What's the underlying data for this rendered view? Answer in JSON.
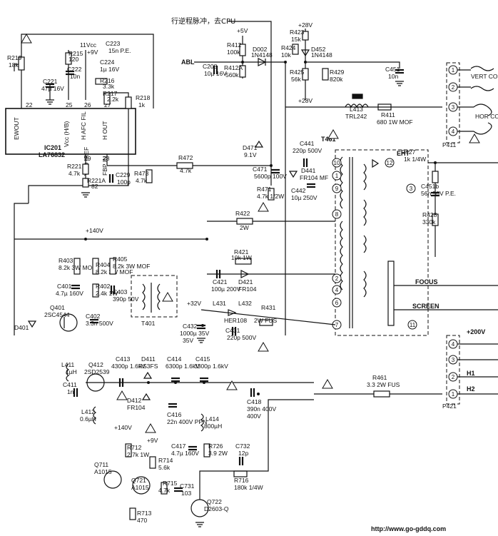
{
  "header": {
    "note": "行逆程脉冲，去CPU"
  },
  "ic": {
    "ref": "IC201",
    "part": "LA76832",
    "pins": {
      "ewout": "EWOUT",
      "vcc": "Vcc (H/B)",
      "hafc": "H AFC FIL",
      "hout": "H OUT",
      "vcoiref": "VCO IREF",
      "fbpin": "FBP IN"
    },
    "pin_numbers": [
      "22",
      "25",
      "26",
      "27",
      "29",
      "28"
    ]
  },
  "components": [
    {
      "ref": "R219",
      "value": "18k"
    },
    {
      "ref": "R215",
      "value": "120"
    },
    {
      "ref": "+9V",
      "value": "11Vcc"
    },
    {
      "ref": "C223",
      "value": "15n P.E."
    },
    {
      "ref": "C224",
      "value": "1µ 16V"
    },
    {
      "ref": "C222",
      "value": "10n"
    },
    {
      "ref": "C221",
      "value": "47µ 16V"
    },
    {
      "ref": "R216",
      "value": "3.3k"
    },
    {
      "ref": "R217",
      "value": "2.2k"
    },
    {
      "ref": "R218",
      "value": "1k"
    },
    {
      "ref": "R221",
      "value": "4.7k"
    },
    {
      "ref": "R221A",
      "value": "82"
    },
    {
      "ref": "C229",
      "value": "100p"
    },
    {
      "ref": "R473",
      "value": "4.7k"
    },
    {
      "ref": "R472",
      "value": "4.7k"
    },
    {
      "ref": "R412",
      "value": "100k"
    },
    {
      "ref": "C208",
      "value": "10µ 16V"
    },
    {
      "ref": "R412A",
      "value": "560k"
    },
    {
      "ref": "D002",
      "value": "1N4148"
    },
    {
      "ref": "R423",
      "value": "15k"
    },
    {
      "ref": "R424",
      "value": "10k"
    },
    {
      "ref": "D452",
      "value": "1N4148"
    },
    {
      "ref": "R425",
      "value": "56k"
    },
    {
      "ref": "R429",
      "value": "820k"
    },
    {
      "ref": "C451",
      "value": "10n"
    },
    {
      "ref": "L413",
      "value": "TRL242"
    },
    {
      "ref": "R411",
      "value": "680 1W MOF"
    },
    {
      "ref": "D471",
      "value": "9.1V"
    },
    {
      "ref": "C471",
      "value": "5600p 100V"
    },
    {
      "ref": "R471",
      "value": "4.7k 1/2W"
    },
    {
      "ref": "C441",
      "value": "220p 500V"
    },
    {
      "ref": "D441",
      "value": "FR104 MF"
    },
    {
      "ref": "C442",
      "value": "10µ 250V"
    },
    {
      "ref": "R427",
      "value": "1k 1/4W"
    },
    {
      "ref": "C451b",
      "value": "56n 50V P.E."
    },
    {
      "ref": "R428",
      "value": "330k"
    },
    {
      "ref": "R422",
      "value": "2W"
    },
    {
      "ref": "R421",
      "value": "10k 1W"
    },
    {
      "ref": "C421",
      "value": "100µ 200V"
    },
    {
      "ref": "D421",
      "value": "FR104"
    },
    {
      "ref": "R403",
      "value": "8.2k 3W MOF"
    },
    {
      "ref": "R404",
      "value": "8.2k 3W MOF"
    },
    {
      "ref": "R405",
      "value": "8.2k 3W MOF"
    },
    {
      "ref": "C401",
      "value": "4.7µ 160V"
    },
    {
      "ref": "R402",
      "value": "2.4k 1W"
    },
    {
      "ref": "C403",
      "value": "390p 50V"
    },
    {
      "ref": "Q401",
      "value": "2SC4544"
    },
    {
      "ref": "C402",
      "value": "3.3n 500V"
    },
    {
      "ref": "T401",
      "value": ""
    },
    {
      "ref": "D401",
      "value": ""
    },
    {
      "ref": "C432",
      "value": "1000µ 35V"
    },
    {
      "ref": "L431",
      "value": ""
    },
    {
      "ref": "D431",
      "value": "HER108"
    },
    {
      "ref": "L432",
      "value": ""
    },
    {
      "ref": "C431",
      "value": "220p 500V"
    },
    {
      "ref": "R431",
      "value": "2W FUS"
    },
    {
      "ref": "L411",
      "value": "1µH"
    },
    {
      "ref": "C411",
      "value": "1n"
    },
    {
      "ref": "Q412",
      "value": "2SD2539"
    },
    {
      "ref": "C413",
      "value": "4300p 1.6kV"
    },
    {
      "ref": "D411",
      "value": "RS3FS"
    },
    {
      "ref": "C414",
      "value": "6300p 1.6kV"
    },
    {
      "ref": "C415",
      "value": "3300p 1.6kV"
    },
    {
      "ref": "D412",
      "value": "FR104"
    },
    {
      "ref": "L412",
      "value": "0.6µH"
    },
    {
      "ref": "C416",
      "value": "22n 400V PPN"
    },
    {
      "ref": "L414",
      "value": "800µH"
    },
    {
      "ref": "C418",
      "value": "390n 400V"
    },
    {
      "ref": "R712",
      "value": "2.7k 1W"
    },
    {
      "ref": "Q711",
      "value": "A1015"
    },
    {
      "ref": "R714",
      "value": "5.6k"
    },
    {
      "ref": "C417",
      "value": "4.7µ 160V"
    },
    {
      "ref": "R726",
      "value": "3.9 2W"
    },
    {
      "ref": "C732",
      "value": "12p"
    },
    {
      "ref": "R716",
      "value": "180k 1/4W"
    },
    {
      "ref": "Q721",
      "value": "A1015"
    },
    {
      "ref": "R715",
      "value": "4.7k"
    },
    {
      "ref": "C731",
      "value": "103"
    },
    {
      "ref": "R713",
      "value": "470"
    },
    {
      "ref": "Q722",
      "value": "D2603-Q"
    },
    {
      "ref": "R461",
      "value": "3.3 2W FUS"
    }
  ],
  "rails": {
    "p5v": "+5V",
    "p28v_top": "+28V",
    "p28v_mid": "+28V",
    "p140v": "+140V",
    "p140v_b": "+140V",
    "p32v": "+32V",
    "p9v": "+9V",
    "p9v_b": "+9V",
    "p200v": "+200V"
  },
  "signals": {
    "abl": "ABL",
    "eht": "EHT",
    "focus": "FOCUS",
    "screen": "SCREEN",
    "h1": "H1",
    "h2": "H2",
    "vert_coil": "VERT COIL",
    "hor_coil": "HOR COIL",
    "t461": "T461"
  },
  "connectors": {
    "p411": {
      "ref": "P411",
      "pins": [
        "1",
        "2",
        "3",
        "4"
      ]
    },
    "p421": {
      "ref": "P421",
      "pins": [
        "4",
        "3",
        "2",
        "1"
      ]
    }
  },
  "fbt_pins": [
    "10",
    "1",
    "9",
    "8",
    "2",
    "4",
    "6",
    "7",
    "11",
    "3",
    "12"
  ],
  "footer": {
    "url": "http://www.go-gddq.com"
  },
  "colors": {
    "ink": "#111111",
    "paper": "#ffffff"
  }
}
